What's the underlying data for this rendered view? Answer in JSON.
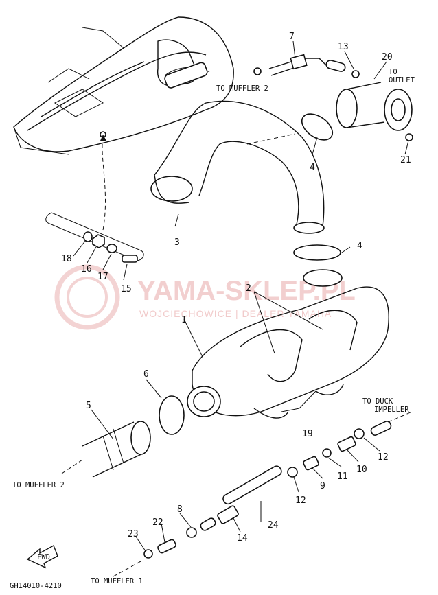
{
  "diagram": {
    "callouts": [
      {
        "id": "c1",
        "label": "1"
      },
      {
        "id": "c2",
        "label": "2"
      },
      {
        "id": "c3",
        "label": "3"
      },
      {
        "id": "c4a",
        "label": "4"
      },
      {
        "id": "c4b",
        "label": "4"
      },
      {
        "id": "c5",
        "label": "5"
      },
      {
        "id": "c6",
        "label": "6"
      },
      {
        "id": "c7",
        "label": "7"
      },
      {
        "id": "c8",
        "label": "8"
      },
      {
        "id": "c9",
        "label": "9"
      },
      {
        "id": "c10",
        "label": "10"
      },
      {
        "id": "c11",
        "label": "11"
      },
      {
        "id": "c12a",
        "label": "12"
      },
      {
        "id": "c12b",
        "label": "12"
      },
      {
        "id": "c13",
        "label": "13"
      },
      {
        "id": "c14",
        "label": "14"
      },
      {
        "id": "c15",
        "label": "15"
      },
      {
        "id": "c16",
        "label": "16"
      },
      {
        "id": "c17",
        "label": "17"
      },
      {
        "id": "c18",
        "label": "18"
      },
      {
        "id": "c19",
        "label": "19"
      },
      {
        "id": "c20",
        "label": "20"
      },
      {
        "id": "c21",
        "label": "21"
      },
      {
        "id": "c22",
        "label": "22"
      },
      {
        "id": "c23",
        "label": "23"
      },
      {
        "id": "c24",
        "label": "24"
      }
    ],
    "annotations": {
      "to_muffler_2_top": "TO MUFFLER 2",
      "to_outlet_1": "TO",
      "to_outlet_2": "OUTLET",
      "to_duck_1": "TO DUCK",
      "to_duck_2": "IMPELLER",
      "to_muffler_2_bottom": "TO MUFFLER 2",
      "to_muffler_1": "TO MUFFLER 1",
      "fwd": "FWD",
      "diagram_code": "GH14010-4210"
    },
    "watermark": {
      "title": "YAMA-SKLEP.PL",
      "subtitle": "WOJCIECHOWICE | DEALER YAMAHA"
    }
  }
}
